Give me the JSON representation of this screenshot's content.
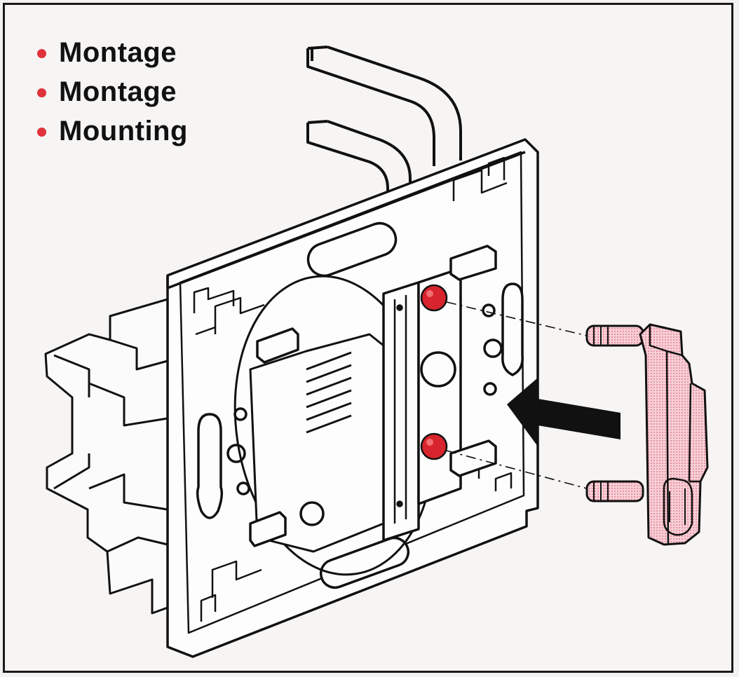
{
  "labels": [
    {
      "text": "Montage",
      "lang": "de"
    },
    {
      "text": "Montage",
      "lang": "fr"
    },
    {
      "text": "Mounting",
      "lang": "en"
    }
  ],
  "colors": {
    "bullet": "#e0323a",
    "pin": "#f5bcc6",
    "screw": "#d8242c",
    "line": "#111111",
    "background": "#f6f5f4"
  },
  "icons": {
    "direction": "arrow-left-icon"
  }
}
